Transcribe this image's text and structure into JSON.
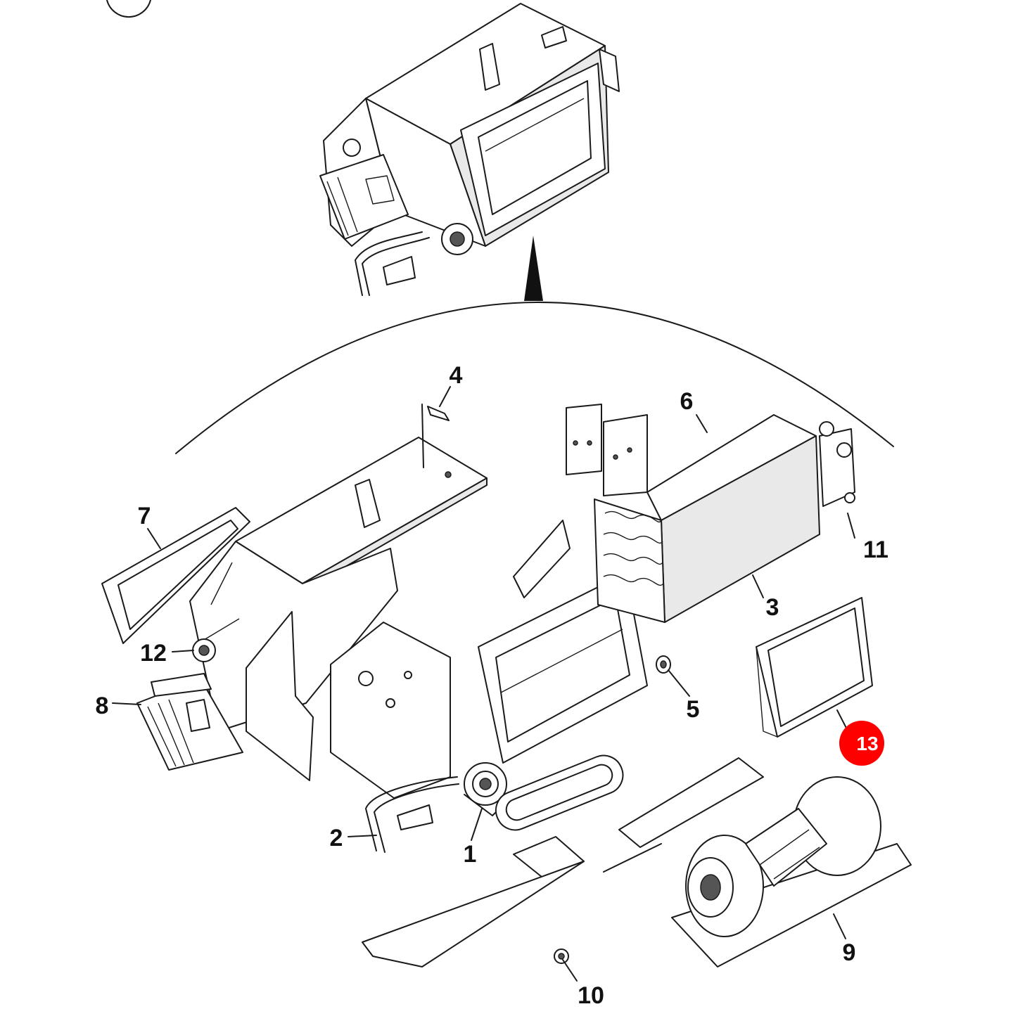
{
  "diagram": {
    "callouts": [
      {
        "id": "1",
        "label": "1"
      },
      {
        "id": "2",
        "label": "2"
      },
      {
        "id": "3",
        "label": "3"
      },
      {
        "id": "4",
        "label": "4"
      },
      {
        "id": "5",
        "label": "5"
      },
      {
        "id": "6",
        "label": "6"
      },
      {
        "id": "7",
        "label": "7"
      },
      {
        "id": "8",
        "label": "8"
      },
      {
        "id": "9",
        "label": "9"
      },
      {
        "id": "10",
        "label": "10"
      },
      {
        "id": "11",
        "label": "11"
      },
      {
        "id": "12",
        "label": "12"
      },
      {
        "id": "13",
        "label": "13",
        "highlighted": true
      }
    ],
    "highlight_color": "#ff0000"
  }
}
